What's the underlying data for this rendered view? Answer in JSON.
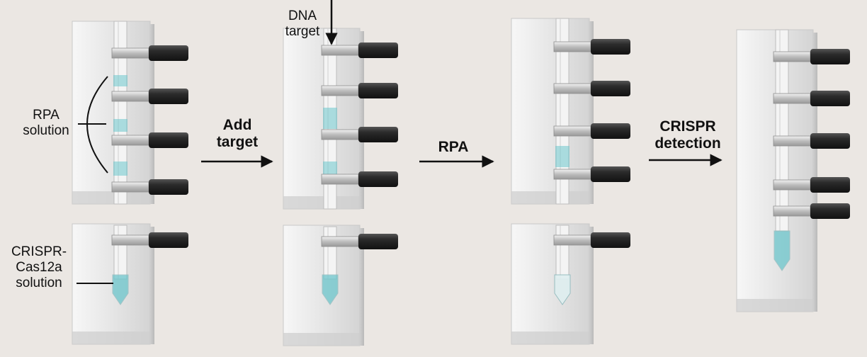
{
  "labels": {
    "rpa_solution": "RPA\nsolution",
    "crispr_solution": "CRISPR-\nCas12a\nsolution",
    "dna_target": "DNA\ntarget",
    "add_target": "Add\ntarget",
    "rpa_step": "RPA",
    "crispr_detection": "CRISPR\ndetection"
  },
  "colors": {
    "background": "#ebe7e3",
    "liquid": "#6cc6cc",
    "knob": "#2b2b2b",
    "arrow": "#111111"
  },
  "icons": {
    "valve": "black-valve-knob",
    "step_arrow": "right-arrow",
    "chip": "transparent-microfluidic-chip"
  }
}
